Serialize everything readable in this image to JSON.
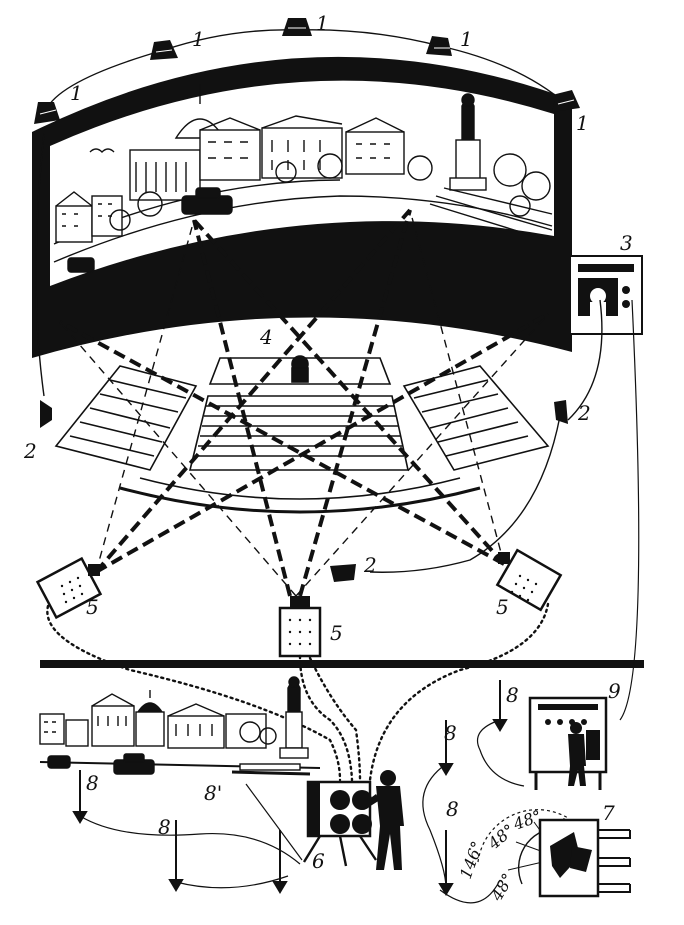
{
  "labels": {
    "speaker_top": "1",
    "control_booth": "3",
    "seating": "4",
    "speaker_hall": "2",
    "projector": "5",
    "camera": "6",
    "lens_assembly": "7",
    "microphone": "8",
    "microphone_alt": "8'",
    "recorder": "9"
  },
  "angles": {
    "total": "146°",
    "segment": "48°"
  }
}
